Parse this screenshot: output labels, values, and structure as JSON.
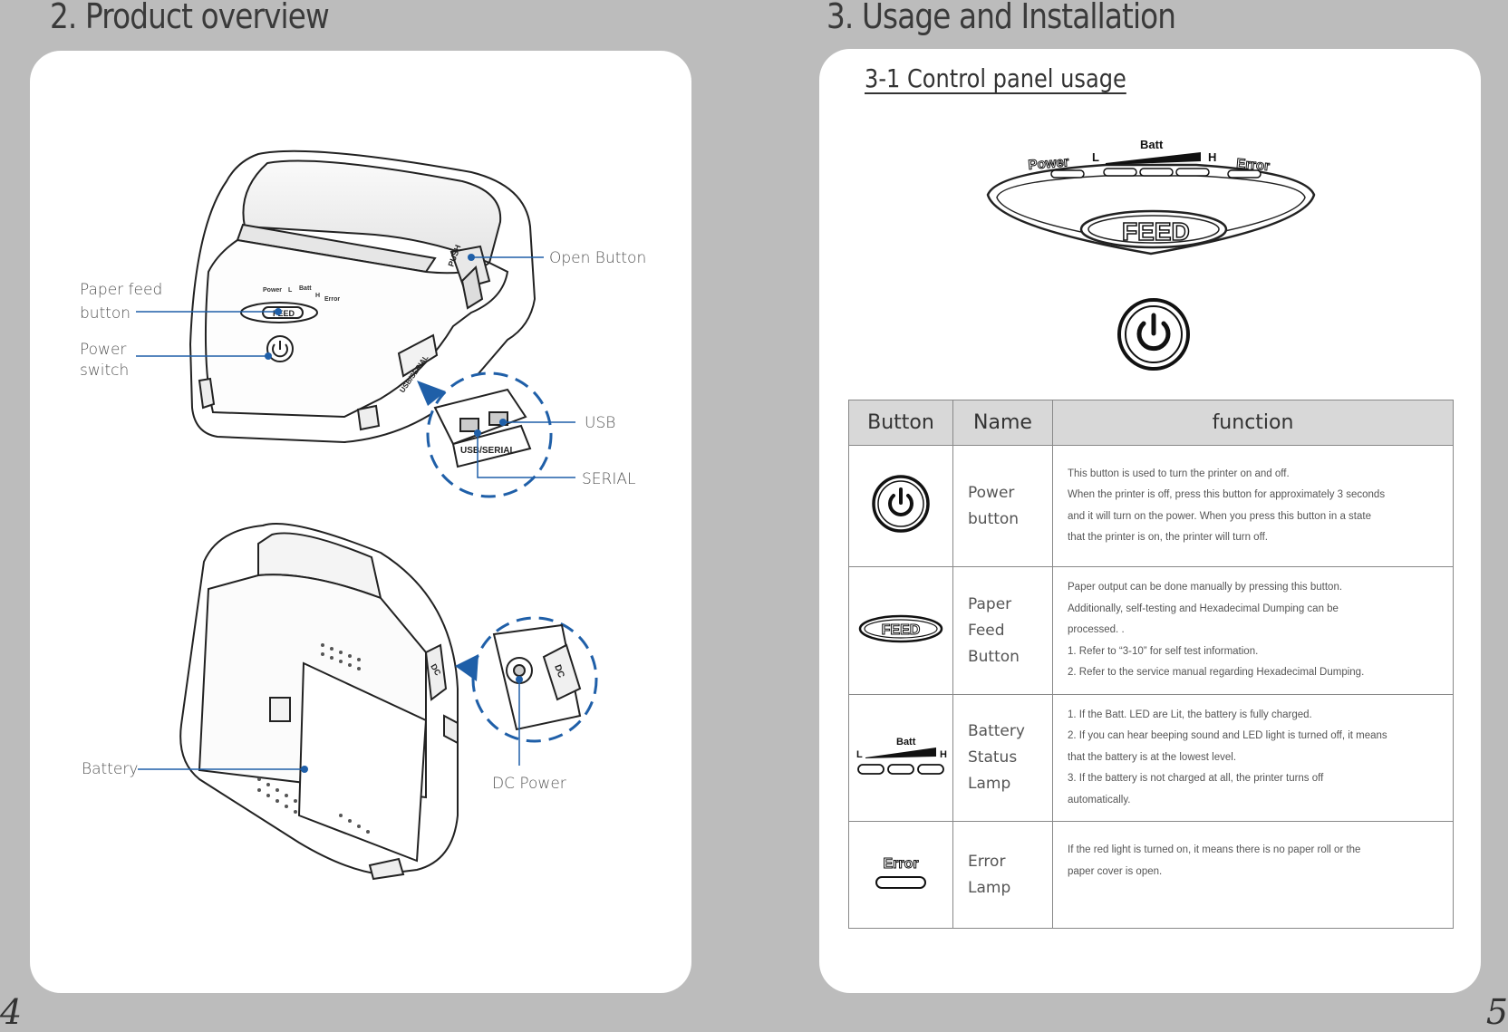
{
  "left_page": {
    "title": "2. Product overview",
    "page_number": "4",
    "callouts": {
      "open_button": "Open Button",
      "paper_feed_1": "Paper feed",
      "paper_feed_2": "button",
      "power_1": "Power",
      "power_2": "switch",
      "usb": "USB",
      "serial": "SERIAL",
      "battery": "Battery",
      "dc_power": "DC Power"
    },
    "printer_labels": {
      "push": "PUSH",
      "usb_serial": "USB/SERIAL",
      "feed": "FEED",
      "dc": "DC",
      "power": "Power",
      "l": "L",
      "batt": "Batt",
      "h": "H",
      "error": "Error"
    }
  },
  "right_page": {
    "title": "3. Usage and Installation",
    "subtitle": "3-1 Control panel usage",
    "page_number": "5",
    "panel_labels": {
      "power": "Power",
      "l": "L",
      "batt": "Batt",
      "h": "H",
      "error": "Error",
      "feed": "FEED"
    },
    "table": {
      "headers": [
        "Button",
        "Name",
        "function"
      ],
      "rows": [
        {
          "icon": "power-icon",
          "name": [
            "Power",
            "button"
          ],
          "desc": [
            "This button is used to turn the printer on and off.",
            "When the printer is off, press this button for approximately 3 seconds",
            "and it will turn on the power. When you press this button in a state",
            "that the printer is on, the printer will turn off."
          ]
        },
        {
          "icon": "feed-icon",
          "icon_label": "FEED",
          "name": [
            "Paper",
            "Feed",
            "Button"
          ],
          "desc": [
            "Paper output can be done manually by pressing this button.",
            "Additionally, self-testing and Hexadecimal Dumping can be",
            "processed. .",
            "1. Refer to “3-10” for self test information.",
            "2. Refer to the service manual regarding Hexadecimal Dumping."
          ]
        },
        {
          "icon": "battery-lamp-icon",
          "icon_labels": {
            "batt": "Batt",
            "l": "L",
            "h": "H"
          },
          "name": [
            "Battery",
            "Status",
            "Lamp"
          ],
          "desc": [
            "1. If the Batt. LED are Lit, the battery is fully charged.",
            "2. If you can hear beeping sound and LED light is turned off, it means",
            "that the battery is at the lowest level.",
            "3. If the battery is not charged at all, the printer turns off",
            "automatically."
          ]
        },
        {
          "icon": "error-lamp-icon",
          "icon_label": "Error",
          "name": [
            "Error",
            "Lamp"
          ],
          "desc": [
            "If the red light is turned on, it means there is no paper roll or the",
            "paper cover is open."
          ]
        }
      ]
    }
  },
  "colors": {
    "background": "#bcbcbc",
    "panel": "#ffffff",
    "callout_line": "#1f5fa8",
    "dashed_circle": "#1f5fa8",
    "table_header": "#d8d8d8"
  }
}
